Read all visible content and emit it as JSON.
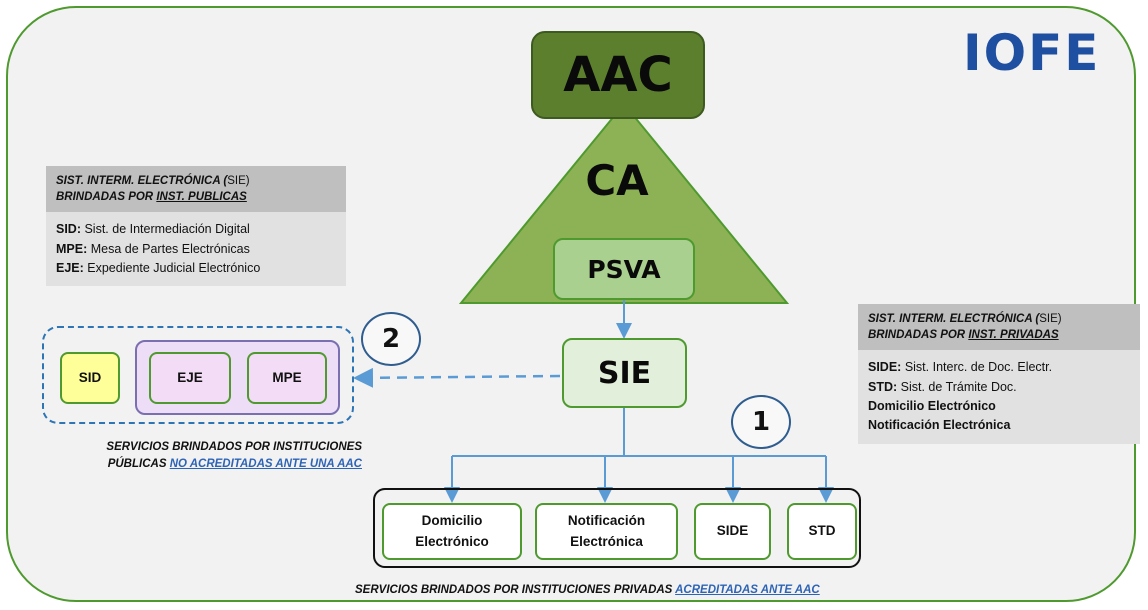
{
  "brand": "IOFE",
  "hierarchy": {
    "aac": "AAC",
    "ca": "CA",
    "psva": "PSVA",
    "sie": "SIE"
  },
  "markers": {
    "one": "1",
    "two": "2"
  },
  "public_panel": {
    "title_part1": "SIST. INTERM. ELECTRÓNICA (",
    "title_abbr": "SIE)",
    "title_line2_prefix": "BRINDADAS POR ",
    "title_line2_emph": "INST. PUBLICAS",
    "items": [
      {
        "code": "SID:",
        "text": " Sist. de Intermediación Digital"
      },
      {
        "code": "MPE:",
        "text": " Mesa de Partes Electrónicas"
      },
      {
        "code": "EJE:",
        "text": " Expediente Judicial Electrónico"
      }
    ]
  },
  "private_panel": {
    "title_part1": "SIST. INTERM. ELECTRÓNICA (",
    "title_abbr": "SIE)",
    "title_line2_prefix": "BRINDADAS POR ",
    "title_line2_emph": "INST. PRIVADAS",
    "items": [
      {
        "code": "SIDE:",
        "text": " Sist. Interc. de Doc. Electr."
      },
      {
        "code": "STD:",
        "text": " Sist. de Trámite Doc."
      },
      {
        "code": "Domicilio Electrónico",
        "text": ""
      },
      {
        "code": "Notificación Electrónica",
        "text": ""
      }
    ]
  },
  "public_services": {
    "sid": "SID",
    "eje": "EJE",
    "mpe": "MPE",
    "caption_line1": "SERVICIOS BRINDADOS POR INSTITUCIONES",
    "caption_line2_prefix": "PÚBLICAS ",
    "caption_line2_link": "NO ACREDITADAS ANTE UNA AAC"
  },
  "private_services": {
    "items": [
      {
        "line1": "Domicilio",
        "line2": "Electrónico"
      },
      {
        "line1": "Notificación",
        "line2": "Electrónica"
      },
      {
        "line1": "SIDE",
        "line2": ""
      },
      {
        "line1": "STD",
        "line2": ""
      }
    ],
    "caption_prefix": "SERVICIOS BRINDADOS POR INSTITUCIONES PRIVADAS ",
    "caption_link": "ACREDITADAS ANTE AAC"
  },
  "colors": {
    "frame_border": "#4f9a2f",
    "aac_fill": "#5c7f2e",
    "triangle_fill": "#8db255",
    "psva_fill": "#a9d08e",
    "sie_fill": "#e2efda",
    "arrow": "#5b9bd5",
    "brand": "#1f4fa1"
  }
}
